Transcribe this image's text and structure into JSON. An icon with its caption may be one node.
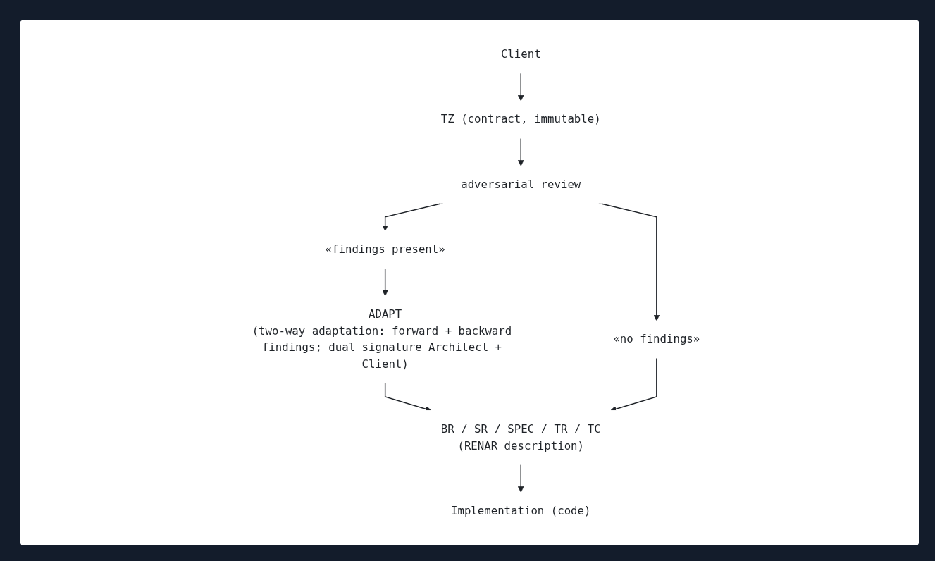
{
  "diagram": {
    "nodes": [
      {
        "text": [
          "Client"
        ]
      },
      {
        "text": [
          "TZ (contract, immutable)"
        ]
      },
      {
        "text": [
          "adversarial review"
        ]
      },
      {
        "text": [
          "«findings present»"
        ]
      },
      {
        "text": [
          "«no findings»"
        ]
      },
      {
        "text": [
          "ADAPT",
          "(two-way adaptation: forward + backward findings; dual signature Architect + Client)"
        ]
      },
      {
        "text": [
          "BR / SR / SPEC / TR / TC",
          "(RENAR description)"
        ]
      },
      {
        "text": [
          "Implementation (code)"
        ]
      }
    ],
    "edges": [
      {
        "from": 0,
        "to": 1,
        "arrow": "to"
      },
      {
        "from": 1,
        "to": 2,
        "arrow": "to"
      },
      {
        "from": 2,
        "to": 3,
        "arrow": "to"
      },
      {
        "from": 2,
        "to": 4,
        "arrow": "to"
      },
      {
        "from": 3,
        "to": 5,
        "arrow": "to"
      },
      {
        "from": 5,
        "to": 6,
        "arrow": "to"
      },
      {
        "from": 4,
        "to": 6,
        "arrow": "to"
      },
      {
        "from": 6,
        "to": 7,
        "arrow": "to"
      }
    ]
  }
}
